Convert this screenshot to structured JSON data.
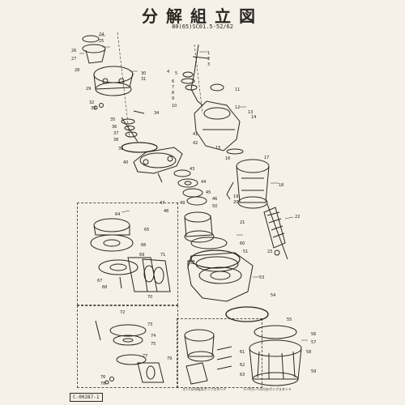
{
  "title": "分解組立図",
  "model": "80(65)SC01.5-52/62",
  "drawing_code": "C-00287-1",
  "captions": {
    "left_kit": "ストロ2の給水ポンプスタンド",
    "right_kit": "ツバ付レベル付水ポンプスタンド"
  },
  "part_numbers": [
    "1",
    "2",
    "3",
    "4",
    "5",
    "6",
    "7",
    "8",
    "9",
    "10",
    "11",
    "12",
    "13",
    "14",
    "15",
    "16",
    "17",
    "18",
    "19",
    "20",
    "21",
    "22",
    "23",
    "24",
    "25",
    "26",
    "27",
    "28",
    "29",
    "30",
    "31",
    "32",
    "33",
    "34",
    "35",
    "36",
    "37",
    "38",
    "39",
    "40",
    "41",
    "42",
    "43",
    "44",
    "45",
    "46",
    "47",
    "48",
    "49",
    "50",
    "51",
    "52",
    "53",
    "54",
    "55",
    "56",
    "57",
    "58",
    "59",
    "60",
    "61",
    "62",
    "63",
    "64",
    "65",
    "66",
    "67",
    "68",
    "69",
    "70",
    "71",
    "72",
    "73",
    "74",
    "75",
    "76",
    "77",
    "78",
    "79"
  ]
}
